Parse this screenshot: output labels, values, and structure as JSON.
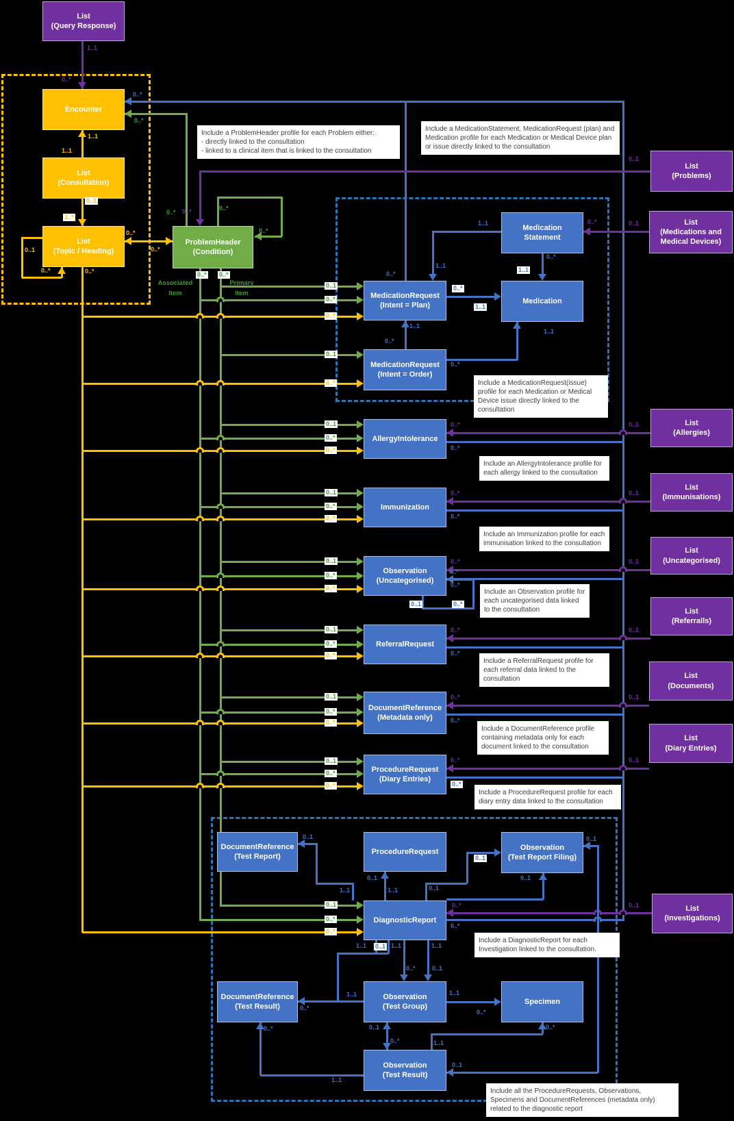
{
  "mult": {
    "m01": "0..1",
    "m0s": "0..*",
    "m11": "1..1",
    "m1s": "1..*"
  },
  "legend": {
    "associated": "Associated\nItem",
    "primary": "Primary\nItem"
  },
  "colors": {
    "yellow": "#FFC000",
    "green": "#70AD47",
    "purple": "#7030A0",
    "blue": "#4472C4",
    "dashed_blue": "#2E75B6"
  },
  "nodes": {
    "query_response": {
      "l1": "List",
      "l2": "(Query Response)"
    },
    "encounter": {
      "l1": "Encounter"
    },
    "consultation": {
      "l1": "List",
      "l2": "(Consultation)"
    },
    "topic": {
      "l1": "List",
      "l2": "(Topic / Heading)"
    },
    "problem_header": {
      "l1": "ProblemHeader",
      "l2": "(Condition)"
    },
    "medication_statement": {
      "l1": "Medication",
      "l2": "Statement"
    },
    "medication": {
      "l1": "Medication"
    },
    "mr_plan": {
      "l1": "MedicationRequest",
      "l2": "(Intent = Plan)"
    },
    "mr_order": {
      "l1": "MedicationRequest",
      "l2": "(Intent = Order)"
    },
    "allergy": {
      "l1": "AllergyIntolerance"
    },
    "immunization": {
      "l1": "Immunization"
    },
    "obs_uncat": {
      "l1": "Observation",
      "l2": "(Uncategorised)"
    },
    "referral": {
      "l1": "ReferralRequest"
    },
    "docref_meta": {
      "l1": "DocumentReference",
      "l2": "(Metadata only)"
    },
    "proc_diary": {
      "l1": "ProcedureRequest",
      "l2": "(Diary Entries)"
    },
    "docref_test_report": {
      "l1": "DocumentReference",
      "l2": "(Test Report)"
    },
    "procedure_request": {
      "l1": "ProcedureRequest"
    },
    "obs_filing": {
      "l1": "Observation",
      "l2": "(Test Report Filing)"
    },
    "diagnostic_report": {
      "l1": "DiagnosticReport"
    },
    "docref_test_result": {
      "l1": "DocumentReference",
      "l2": "(Test Result)"
    },
    "obs_group": {
      "l1": "Observation",
      "l2": "(Test Group)"
    },
    "specimen": {
      "l1": "Specimen"
    },
    "obs_result": {
      "l1": "Observation",
      "l2": "(Test Result)"
    },
    "list_problems": {
      "l1": "List",
      "l2": "(Problems)"
    },
    "list_meds": {
      "l1": "List",
      "l2": "(Medications and",
      "l3": "Medical Devices)"
    },
    "list_allergies": {
      "l1": "List",
      "l2": "(Allergies)"
    },
    "list_immunisations": {
      "l1": "List",
      "l2": "(Immunisations)"
    },
    "list_uncategorised": {
      "l1": "List",
      "l2": "(Uncategorised)"
    },
    "list_referralls": {
      "l1": "List",
      "l2": "(Referralls)"
    },
    "list_documents": {
      "l1": "List",
      "l2": "(Documents)"
    },
    "list_diary": {
      "l1": "List",
      "l2": "(Diary Entries)"
    },
    "list_investigations": {
      "l1": "List",
      "l2": "(Investigations)"
    }
  },
  "notes": {
    "n1": "Include a ProblemHeader profile for each Problem either:\n- directly linked to the consultation\n- linked to a clinical item that is linked to the consultation",
    "n2": "Include a MedicationStatement, MedicationRequest (plan) and Medication profile for each Medication or Medical Device plan or issue directly linked to the consultation",
    "n3": "Include a MedicationRequest(issue) profile for each Medication or Medical Device issue directly linked to the consultation",
    "n4": "Include an AllergyIntolerance profile for each allergy linked to the consultation",
    "n5": "Include an Immunization profile for each immunisation linked to the consultation",
    "n6": "Include an Observation profile for each uncategorised data linked to the consultation",
    "n7": "Include a ReferralRequest profile for each referral data linked to the consultation",
    "n8": "Include a DocumentReference profile containing metadata only for each document linked to the consultation",
    "n9": "Include a ProcedureRequest profile for each diary entry data linked to the consultation",
    "n10": "Include a DiagnosticReport for each Investigation linked to the consultation.",
    "n11": "Include all the ProcedureRequests, Observations, Specimens and DocumentReferences (metadata only) related to the diagnostic report"
  }
}
